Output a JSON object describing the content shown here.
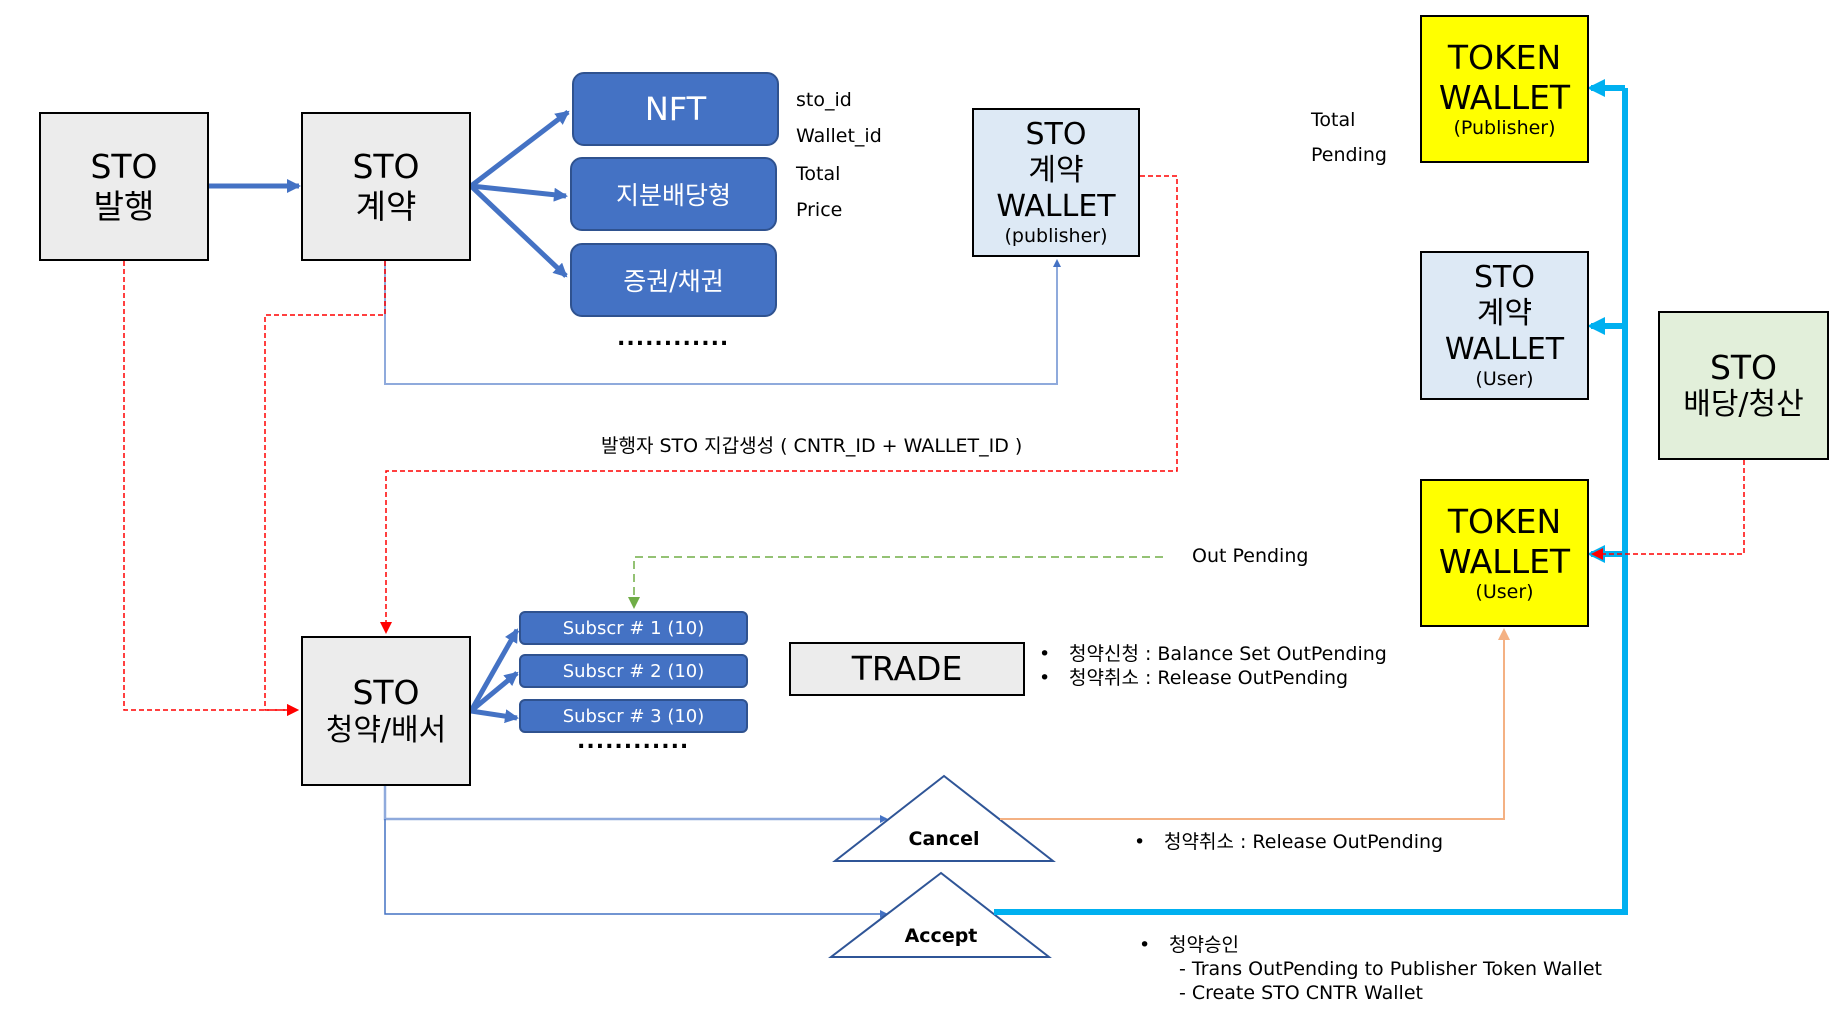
{
  "nodes": {
    "sto_issue": {
      "line1": "STO",
      "line2": "발행"
    },
    "sto_contract": {
      "line1": "STO",
      "line2": "계약"
    },
    "sto_subscribe": {
      "line1": "STO",
      "line2": "청약/배서"
    },
    "sto_dividend": {
      "line1": "STO",
      "line2": "배당/청산"
    },
    "contract_wallet_publisher": {
      "line1": "STO",
      "line2": "계약",
      "line3": "WALLET",
      "line4": "(publisher)"
    },
    "contract_wallet_user": {
      "line1": "STO",
      "line2": "계약",
      "line3": "WALLET",
      "line4": "(User)"
    },
    "token_wallet_publisher": {
      "line1": "TOKEN",
      "line2": "WALLET",
      "line3": "(Publisher)"
    },
    "token_wallet_user": {
      "line1": "TOKEN",
      "line2": "WALLET",
      "line3": "(User)"
    },
    "trade": {
      "label": "TRADE"
    }
  },
  "contract_types": [
    "NFT",
    "지분배당형",
    "증권/채권"
  ],
  "contract_types_more": "............",
  "contract_fields": [
    "sto_id",
    "Wallet_id",
    "Total",
    "Price"
  ],
  "subscriptions": [
    "Subscr # 1 (10)",
    "Subscr # 2 (10)",
    "Subscr # 3 (10)"
  ],
  "subscriptions_more": "............",
  "labels": {
    "publisher_wallet_create": "발행자 STO 지갑생성 ( CNTR_ID + WALLET_ID )",
    "out_pending": "Out Pending",
    "total": "Total",
    "pending": "Pending"
  },
  "trade_notes": [
    "청약신청 : Balance Set OutPending",
    "청약취소 : Release OutPending"
  ],
  "actions": {
    "cancel": {
      "label": "Cancel",
      "note": "청약취소 : Release OutPending"
    },
    "accept": {
      "label": "Accept",
      "note": "청약승인",
      "sub_notes": [
        "- Trans OutPending to Publisher Token Wallet",
        "- Create STO CNTR Wallet"
      ]
    }
  },
  "colors": {
    "flow_blue": "#4472c4",
    "light_blue_line": "#8faadc",
    "red_dashed": "#ff0000",
    "green_dashed": "#70ad47",
    "orange": "#f4b183",
    "cyan": "#00b0f0",
    "yellow": "#ffff00"
  }
}
